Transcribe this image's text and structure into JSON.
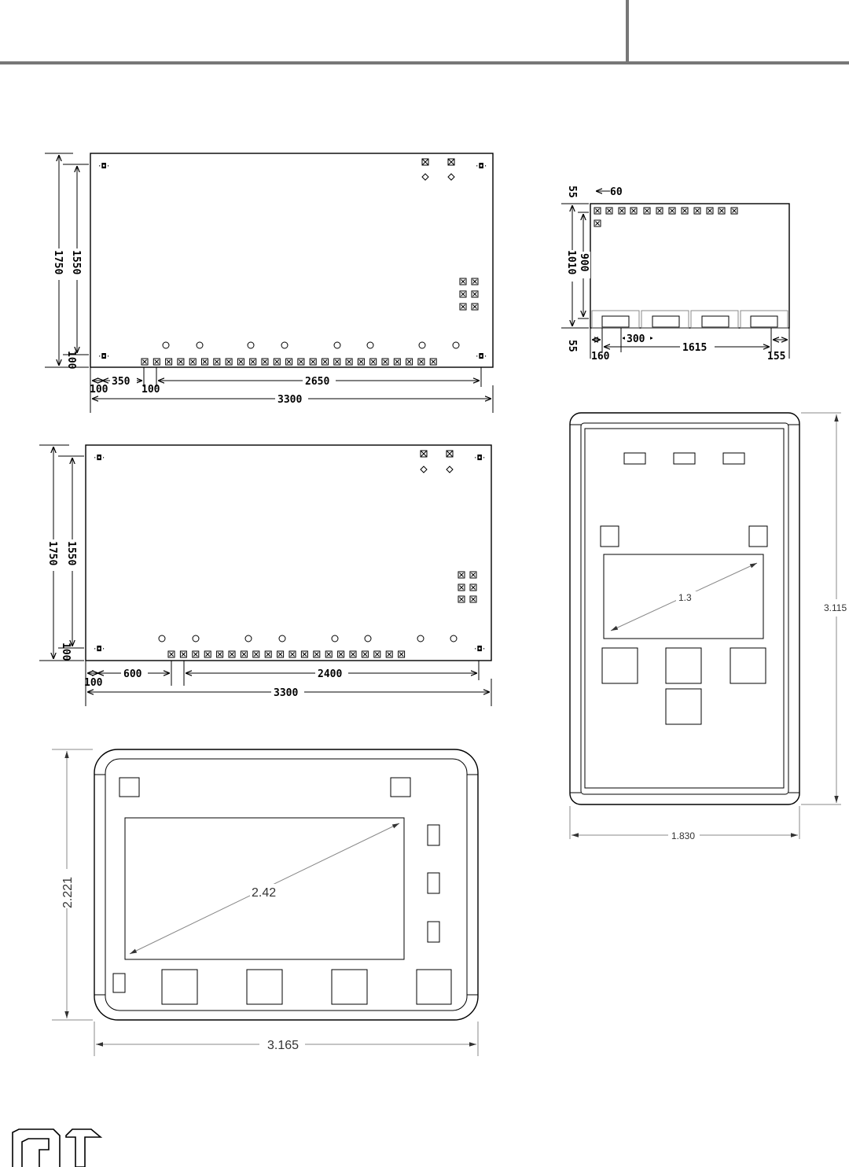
{
  "drawings": {
    "top_board": {
      "dims": {
        "height_outer": "1750",
        "height_inner": "1550",
        "bottom_offset": "100",
        "left_offset": "100",
        "first_pin": "350",
        "pin_gap": "100",
        "pin_span": "2650",
        "width": "3300"
      }
    },
    "middle_board": {
      "dims": {
        "height_outer": "1750",
        "height_inner": "1550",
        "bottom_offset": "100",
        "left_offset": "100",
        "first_pin": "600",
        "pin_span": "2400",
        "width": "3300"
      }
    },
    "small_board": {
      "dims": {
        "top_offset": "55",
        "left_pin": "60",
        "height_outer": "1010",
        "height_inner": "900",
        "bottom_offset": "55",
        "left_edge": "160",
        "pad_spacing": "300",
        "pad_span": "1615",
        "right_edge": "155"
      }
    },
    "landscape_bezel": {
      "dims": {
        "height": "2.221",
        "width": "3.165",
        "diagonal": "2.42"
      }
    },
    "portrait_bezel": {
      "dims": {
        "height": "3.115",
        "width": "1.830",
        "diagonal": "1.3"
      }
    }
  }
}
